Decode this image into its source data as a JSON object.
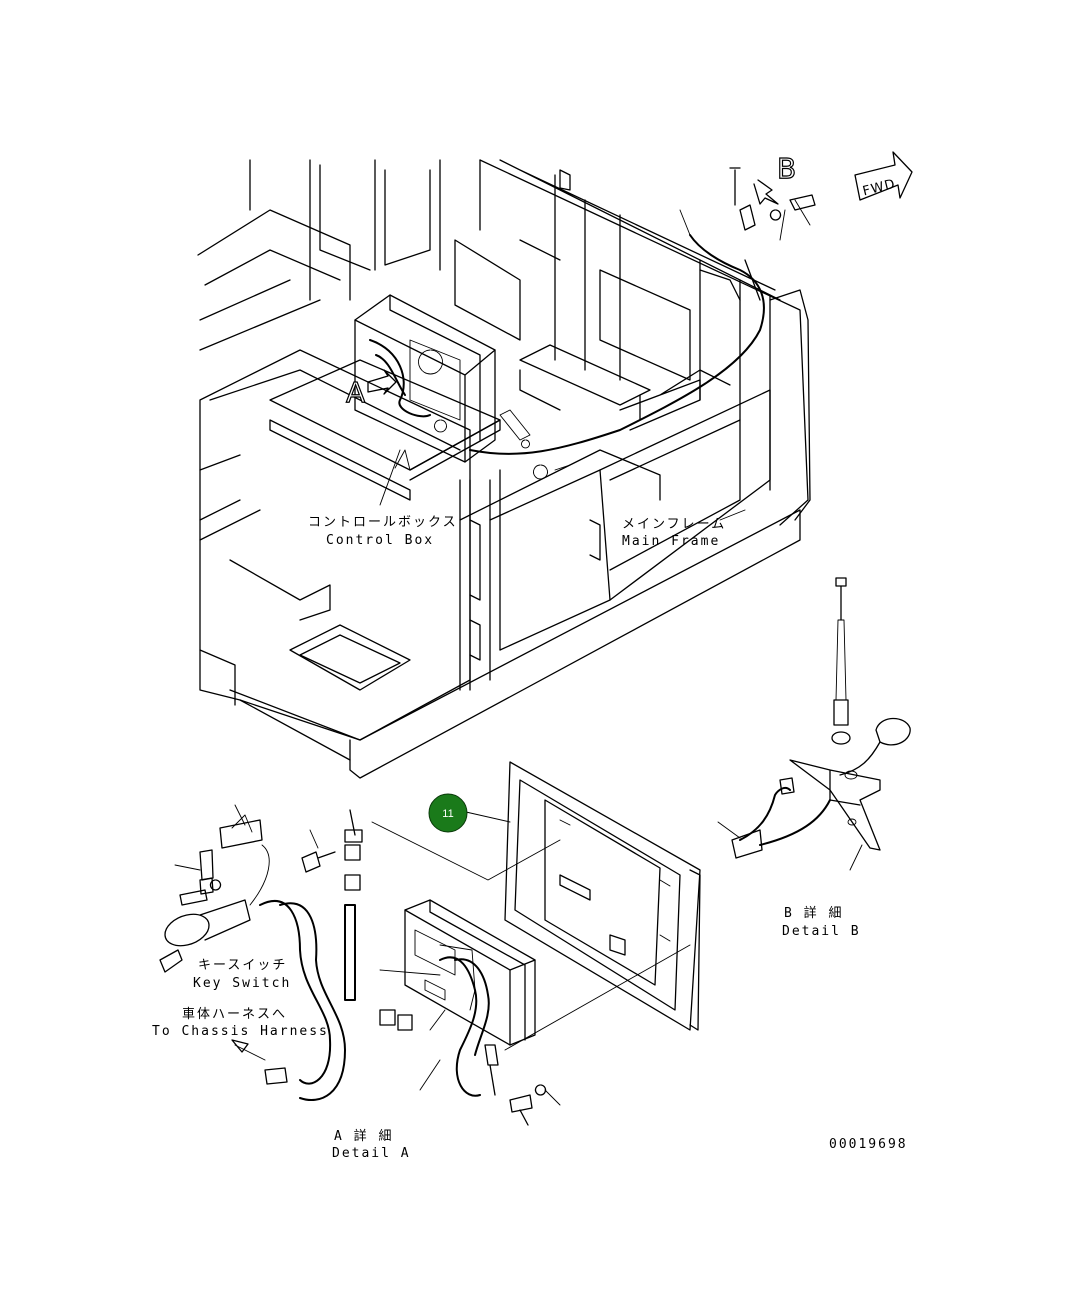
{
  "labels": {
    "control_box_jp": "コントロールボックス",
    "control_box_en": "Control Box",
    "main_frame_jp": "メインフレーム",
    "main_frame_en": "Main Frame",
    "key_switch_jp": "キースイッチ",
    "key_switch_en": "Key Switch",
    "chassis_jp": "車体ハーネスへ",
    "chassis_en": "To Chassis Harness",
    "detail_a_jp": "A 詳 細",
    "detail_a_en": "Detail A",
    "detail_b_jp": "B 詳 細",
    "detail_b_en": "Detail B",
    "view_a": "A",
    "view_b": "B",
    "fwd": "FWD",
    "drawing_number": "00019698"
  },
  "callout": {
    "number": "11",
    "color": "#1a7a1a"
  }
}
